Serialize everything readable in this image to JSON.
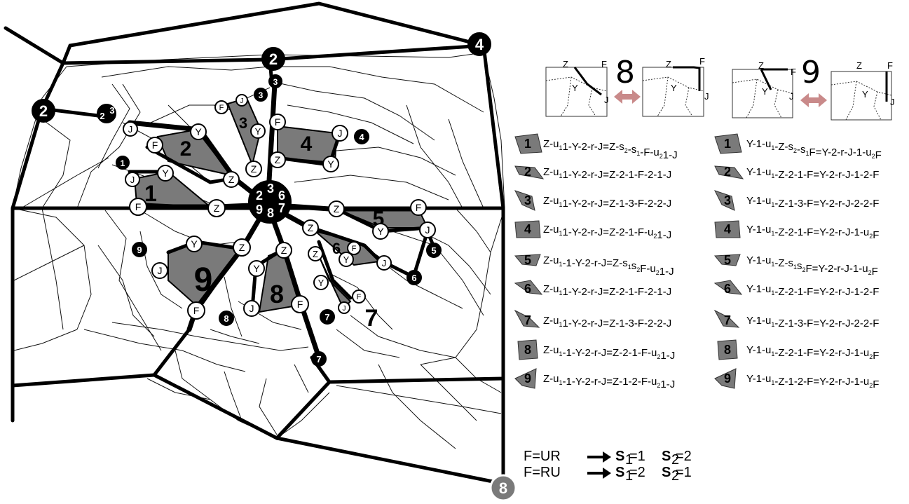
{
  "diagram": {
    "node_labels": {
      "outer_left": "2",
      "outer_top": "2",
      "outer_topright": "4",
      "outer_bottomright": "8",
      "upper_left_pair_a": "2",
      "upper_left_pair_b": "3",
      "center": [
        "2",
        "3",
        "6",
        "9",
        "8",
        "7"
      ],
      "small_black": {
        "n3a": "3",
        "n3b": "3",
        "n1": "1",
        "n4": "4",
        "n5": "5",
        "n6": "6",
        "n9": "9",
        "n8": "8",
        "n7a": "7",
        "n7b": "7"
      },
      "white": {
        "J": "J",
        "F": "F",
        "Y": "Y",
        "Z": "Z"
      }
    },
    "patch_numbers": [
      "1",
      "2",
      "3",
      "4",
      "5",
      "6",
      "7",
      "8",
      "9"
    ]
  },
  "cube_diagrams": {
    "left_pair_number": "8",
    "right_pair_number": "9",
    "corner_Z": "Z",
    "corner_F": "F",
    "corner_Y": "Y",
    "corner_J": "J"
  },
  "formulas_left": [
    {
      "tag": "1",
      "text": "Z-u",
      "s1": "1",
      "rest": "1-Y-2-r-J=Z-s",
      "s2": "2",
      "rest2": "-s",
      "s3": "1",
      "rest3": "-F-u",
      "s4": "2",
      "rest4": "1-J"
    },
    {
      "tag": "2",
      "text": "Z-u",
      "s1": "1",
      "rest": "1-Y-2-r-J=Z-2-1-F-2-1-J"
    },
    {
      "tag": "3",
      "text": "Z-u",
      "s1": "1",
      "rest": "1-Y-2-r-J=Z-1-3-F-2-2-J"
    },
    {
      "tag": "4",
      "text": "Z-u",
      "s1": "1",
      "rest": "1-Y-2-r-J=Z-2-1-F-u",
      "s2": "2",
      "rest2": "1-J"
    },
    {
      "tag": "5",
      "text": "Z-u",
      "s1": "1",
      "rest": "-1-Y-2-r-J=Z-s",
      "s2": "1",
      "rest2": "s",
      "s3": "2",
      "rest3": "F-u",
      "s4": "2",
      "rest4": "1-J"
    },
    {
      "tag": "6",
      "text": "Z-u",
      "s1": "1",
      "rest": "1-Y-2-r-J=Z-2-1-F-2-1-J"
    },
    {
      "tag": "7",
      "text": "Z-u",
      "s1": "1",
      "rest": "1-Y-2-r-J=Z-1-3-F-2-2-J"
    },
    {
      "tag": "8",
      "text": "Z-u",
      "s1": "1",
      "rest": "-1-Y-2-r-J=Z-2-1-F-u",
      "s2": "2",
      "rest2": "1-J"
    },
    {
      "tag": "9",
      "text": "Z-u",
      "s1": "1",
      "rest": "-1-Y-2-r-J=Z-1-2-F-u",
      "s2": "2",
      "rest2": "1-J"
    }
  ],
  "formulas_right": [
    {
      "tag": "1",
      "text": "Y-1-u",
      "s1": "1",
      "rest": "-Z-s",
      "s2": "2",
      "rest2": "-s",
      "s3": "1",
      "rest3": "F=Y-2-r-J-1-u",
      "s4": "2",
      "rest4": "F"
    },
    {
      "tag": "2",
      "text": "Y-1-u",
      "s1": "1",
      "rest": "-Z-2-1-F=Y-2-r-J-1-2-F"
    },
    {
      "tag": "3",
      "text": "Y-1-u",
      "s1": "1",
      "rest": "-Z-1-3-F=Y-2-r-J-2-2-F"
    },
    {
      "tag": "4",
      "text": "Y-1-u",
      "s1": "1",
      "rest": "-Z-2-1-F=Y-2-r-J-1-u",
      "s2": "2",
      "rest2": "F"
    },
    {
      "tag": "5",
      "text": "Y-1-u",
      "s1": "1",
      "rest": "-Z-s",
      "s2": "1",
      "rest2": "s",
      "s3": "2",
      "rest3": "F=Y-2-r-J-1-u",
      "s4": "2",
      "rest4": "F"
    },
    {
      "tag": "6",
      "text": "Y-1-u",
      "s1": "1",
      "rest": "-Z-2-1-F=Y-2-r-J-1-2-F"
    },
    {
      "tag": "7",
      "text": "Y-1-u",
      "s1": "1",
      "rest": "-Z-1-3-F=Y-2-r-J-2-2-F"
    },
    {
      "tag": "8",
      "text": "Y-1-u",
      "s1": "1",
      "rest": "-Z-2-1-F=Y-2-r-J-1-u",
      "s2": "2",
      "rest2": "F"
    },
    {
      "tag": "9",
      "text": "Y-1-u",
      "s1": "1",
      "rest": "-Z-1-2-F=Y-2-r-J-1-u",
      "s2": "2",
      "rest2": "F"
    }
  ],
  "legend": [
    {
      "lhs": "F=UR",
      "s1": "S",
      "s1sub": "1",
      "s1val": "=1",
      "s2": "S",
      "s2sub": "2",
      "s2val": "=2"
    },
    {
      "lhs": "F=RU",
      "s1": "S",
      "s1sub": "1",
      "s1val": "=2",
      "s2": "S",
      "s2sub": "2",
      "s2val": "=1"
    }
  ],
  "colors": {
    "patch_gray": "#7a7a7a",
    "arrow_pink": "#c98a8a",
    "black": "#000000",
    "white": "#ffffff"
  }
}
